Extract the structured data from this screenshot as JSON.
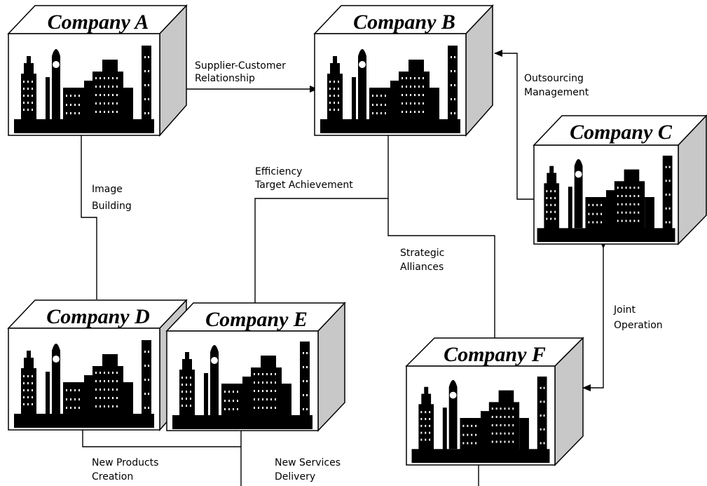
{
  "companies": [
    {
      "id": "a",
      "title": "Company A"
    },
    {
      "id": "b",
      "title": "Company B"
    },
    {
      "id": "c",
      "title": "Company C"
    },
    {
      "id": "d",
      "title": "Company D"
    },
    {
      "id": "e",
      "title": "Company E"
    },
    {
      "id": "f",
      "title": "Company F"
    }
  ],
  "relationships": {
    "supplier_customer": [
      "Supplier-Customer",
      "Relationship"
    ],
    "outsourcing": [
      "Outsourcing",
      "Management"
    ],
    "image_building": [
      "Image",
      "Building"
    ],
    "efficiency": [
      "Efficiency",
      "Target Achievement"
    ],
    "strategic_alliances": [
      "Strategic",
      "Alliances"
    ],
    "joint_operation": [
      "Joint",
      "Operation"
    ],
    "new_products": [
      "New Products",
      "Creation"
    ],
    "new_services": [
      "New Services",
      "Delivery"
    ]
  }
}
